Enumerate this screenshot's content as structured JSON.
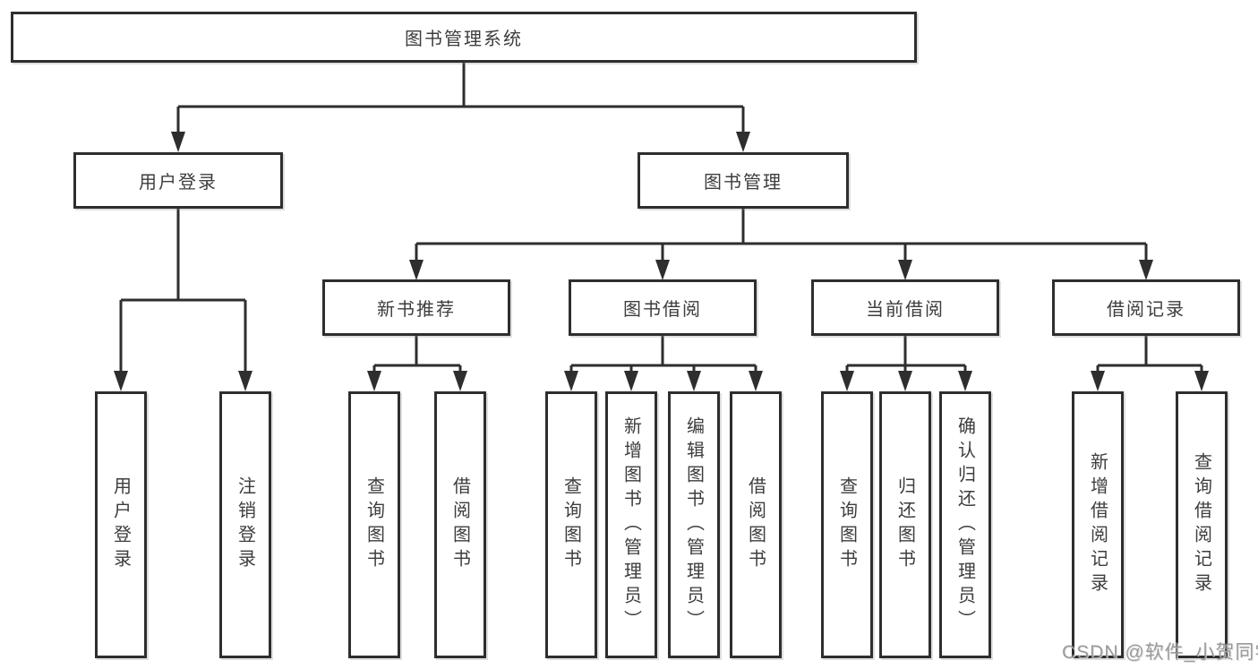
{
  "diagram": {
    "watermark": "CSDN @软件_小贺同学",
    "colors": {
      "line": "#2e2e2e",
      "box_border": "#2e2e2e",
      "text": "#3d3d3d",
      "background": "#ffffff",
      "watermark": "#8c8c8c"
    }
  },
  "nodes": {
    "root": "图书管理系统",
    "user_login": "用户登录",
    "book_management": "图书管理",
    "new_book_recommendation": "新书推荐",
    "book_borrowing": "图书借阅",
    "current_borrowing": "当前借阅",
    "borrowing_records": "借阅记录",
    "user_login_leaf": "用户登录",
    "logout_leaf": "注销登录",
    "nbr_query_books": "查询图书",
    "nbr_borrow_books": "借阅图书",
    "bb_query_books": "查询图书",
    "bb_add_books_admin": "新增图书（管理员）",
    "bb_edit_books_admin": "编辑图书（管理员）",
    "bb_borrow_books": "借阅图书",
    "cb_query_books": "查询图书",
    "cb_return_books": "归还图书",
    "cb_confirm_return_admin": "确认归还（管理员）",
    "br_add_record": "新增借阅记录",
    "br_query_record": "查询借阅记录"
  },
  "hierarchy": {
    "图书管理系统": {
      "用户登录": [
        "用户登录",
        "注销登录"
      ],
      "图书管理": {
        "新书推荐": [
          "查询图书",
          "借阅图书"
        ],
        "图书借阅": [
          "查询图书",
          "新增图书（管理员）",
          "编辑图书（管理员）",
          "借阅图书"
        ],
        "当前借阅": [
          "查询图书",
          "归还图书",
          "确认归还（管理员）"
        ],
        "借阅记录": [
          "新增借阅记录",
          "查询借阅记录"
        ]
      }
    }
  }
}
